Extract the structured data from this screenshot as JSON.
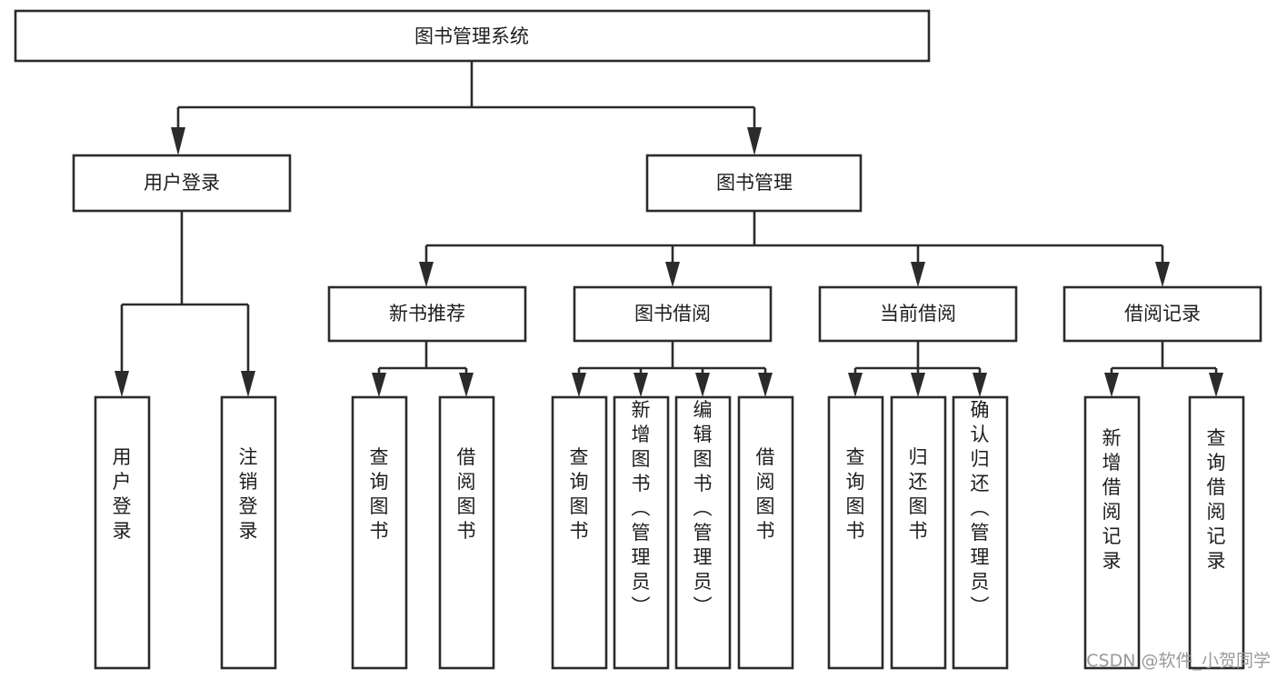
{
  "diagram": {
    "type": "tree-hierarchy-chart",
    "title": "图书管理系统",
    "root": {
      "id": "root",
      "label": "图书管理系统"
    },
    "level2": [
      {
        "id": "user-login",
        "label": "用户登录"
      },
      {
        "id": "book-manage",
        "label": "图书管理"
      }
    ],
    "level3": [
      {
        "id": "new-book-rec",
        "label": "新书推荐",
        "parent": "book-manage"
      },
      {
        "id": "book-borrow",
        "label": "图书借阅",
        "parent": "book-manage"
      },
      {
        "id": "current-borrow",
        "label": "当前借阅",
        "parent": "book-manage"
      },
      {
        "id": "borrow-record",
        "label": "借阅记录",
        "parent": "book-manage"
      }
    ],
    "leaves": [
      {
        "id": "leaf-user-login",
        "label": "用户登录",
        "parent": "user-login"
      },
      {
        "id": "leaf-user-logout",
        "label": "注销登录",
        "parent": "user-login"
      },
      {
        "id": "leaf-query-book-1",
        "label": "查询图书",
        "parent": "new-book-rec"
      },
      {
        "id": "leaf-borrow-book-1",
        "label": "借阅图书",
        "parent": "new-book-rec"
      },
      {
        "id": "leaf-query-book-2",
        "label": "查询图书",
        "parent": "book-borrow"
      },
      {
        "id": "leaf-add-book",
        "label": "新增图书（管理员）",
        "parent": "book-borrow"
      },
      {
        "id": "leaf-edit-book",
        "label": "编辑图书（管理员）",
        "parent": "book-borrow"
      },
      {
        "id": "leaf-borrow-book-2",
        "label": "借阅图书",
        "parent": "book-borrow"
      },
      {
        "id": "leaf-query-book-3",
        "label": "查询图书",
        "parent": "current-borrow"
      },
      {
        "id": "leaf-return-book",
        "label": "归还图书",
        "parent": "current-borrow"
      },
      {
        "id": "leaf-confirm-return",
        "label": "确认归还（管理员）",
        "parent": "current-borrow"
      },
      {
        "id": "leaf-add-record",
        "label": "新增借阅记录",
        "parent": "borrow-record"
      },
      {
        "id": "leaf-query-record",
        "label": "查询借阅记录",
        "parent": "borrow-record"
      }
    ],
    "colors": {
      "stroke": "#2b2b2b",
      "fill": "#ffffff",
      "text": "#1d1d1d",
      "watermark": "#9a9a9a",
      "background": "#ffffff"
    }
  },
  "watermark": {
    "text": "CSDN @软件_小贺同学"
  }
}
